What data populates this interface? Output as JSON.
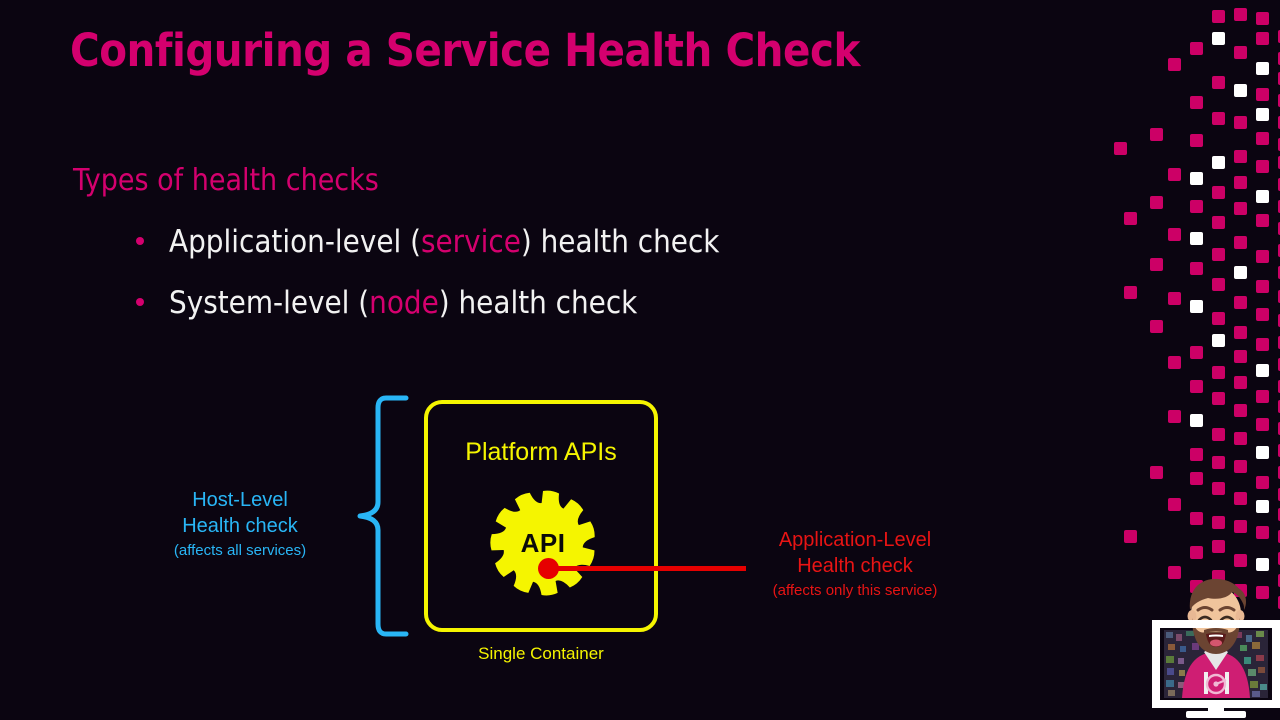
{
  "slide": {
    "title": "Configuring a Service Health Check",
    "background_color": "#0b0511",
    "accent_color": "#d4006e"
  },
  "content": {
    "subhead": "Types of health checks",
    "bullets": [
      {
        "pre": "Application-level (",
        "highlight": "service",
        "post": ") health check"
      },
      {
        "pre": "System-level (",
        "highlight": "node",
        "post": ") health check"
      }
    ]
  },
  "diagram": {
    "container_label": "Platform APIs",
    "container_caption": "Single Container",
    "gear_label": "API",
    "container_color": "#f5f500",
    "host_note": {
      "line1": "Host-Level",
      "line2": "Health check",
      "line3": "(affects all services)",
      "color": "#29b6f6"
    },
    "app_note": {
      "line1": "Application-Level",
      "line2": "Health check",
      "line3": "(affects only this service)",
      "color": "#e81414"
    }
  },
  "decoration": {
    "pixel_colors": [
      "#cc0066",
      "#ffffff"
    ],
    "avatar": "presenter-avatar-monitor"
  }
}
